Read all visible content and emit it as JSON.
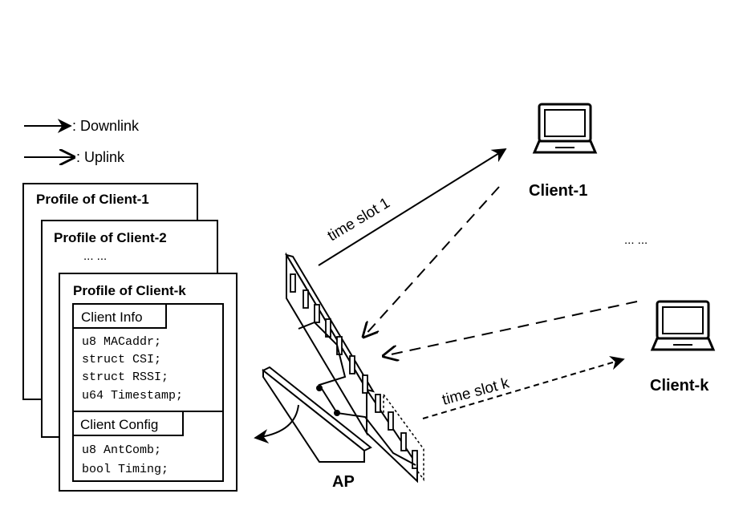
{
  "legend": {
    "downlink_label": ": Downlink",
    "uplink_label": ": Uplink"
  },
  "profiles": {
    "titles": [
      "Profile of Client-1",
      "Profile of Client-2",
      "Profile of Client-k"
    ],
    "ellipsis": "... ...",
    "client_info": {
      "header": "Client Info",
      "fields": [
        "u8 MACaddr;",
        "struct CSI;",
        "struct RSSI;",
        "u64 Timestamp;"
      ]
    },
    "client_config": {
      "header": "Client Config",
      "fields": [
        "u8 AntComb;",
        "bool Timing;"
      ]
    }
  },
  "links": {
    "slot1_label": "time slot 1",
    "slotk_label": "time slot k"
  },
  "clients": {
    "client1_label": "Client-1",
    "clientk_label": "Client-k",
    "ellipsis": "... ..."
  },
  "ap": {
    "label": "AP"
  },
  "icons": {
    "laptop": "laptop-icon",
    "antenna": "antenna-array-icon"
  }
}
